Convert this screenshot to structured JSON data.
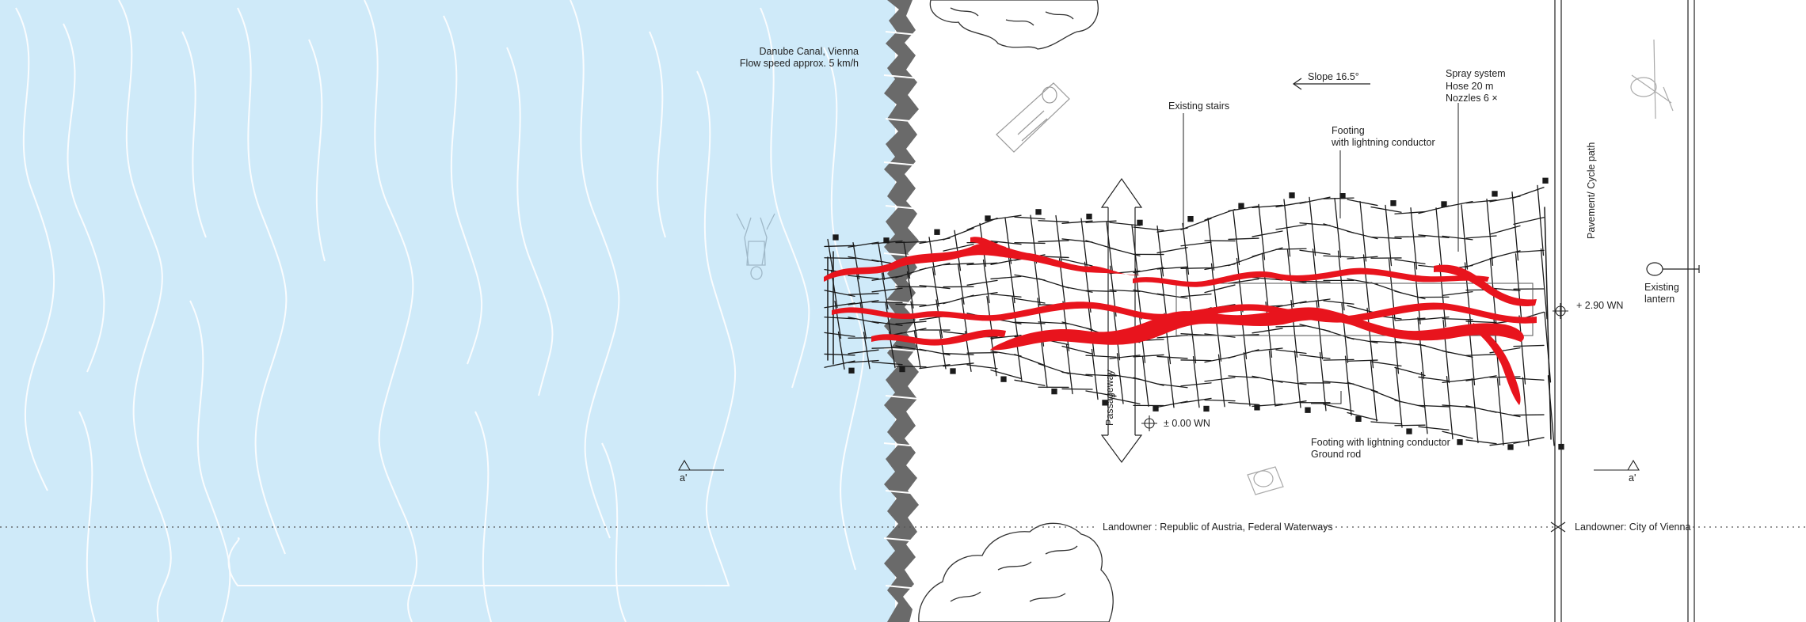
{
  "water": {
    "label_line1": "Danube Canal, Vienna",
    "label_line2": "Flow speed approx. 5 km/h"
  },
  "labels": {
    "slope": "Slope 16.5°",
    "existing_stairs": "Existing stairs",
    "spray_line1": "Spray system",
    "spray_line2": "Hose 20 m",
    "spray_line3": "Nozzles 6 ×",
    "footing_line1": "Footing",
    "footing_line2": "with lightning conductor",
    "footing_ground_line1": "Footing with lightning conductor",
    "footing_ground_line2": "Ground rod",
    "passageway": "Passageway",
    "level_zero": "± 0.00 WN",
    "level_upper": "+ 2.90 WN",
    "pavement": "Pavement/ Cycle path",
    "lantern_line1": "Existing",
    "lantern_line2": "lantern",
    "section_left": "a'",
    "section_right": "a'",
    "landowner_left": "Landowner : Republic of Austria, Federal Waterways",
    "landowner_right": "Landowner: City of Vienna"
  },
  "colors": {
    "water": "#cfeaf9",
    "wave_lines": "#ffffff",
    "ribbon": "#e8141d",
    "structure": "#1a1a1a",
    "rocks": "#6a6a6a"
  }
}
